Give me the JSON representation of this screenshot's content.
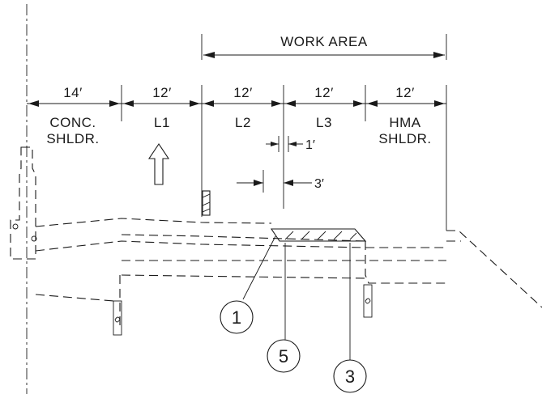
{
  "work_area": {
    "label": "WORK AREA"
  },
  "lanes": [
    {
      "width": "14′",
      "name_line1": "CONC.",
      "name_line2": "SHLDR."
    },
    {
      "width": "12′",
      "name_line1": "L1",
      "name_line2": ""
    },
    {
      "width": "12′",
      "name_line1": "L2",
      "name_line2": ""
    },
    {
      "width": "12′",
      "name_line1": "L3",
      "name_line2": ""
    },
    {
      "width": "12′",
      "name_line1": "HMA",
      "name_line2": "SHLDR."
    }
  ],
  "dimensions": {
    "offset_small": "1′",
    "offset_large": "3′"
  },
  "callouts": [
    "1",
    "5",
    "3"
  ],
  "icons": {
    "traffic_direction": "up-arrow-icon"
  }
}
